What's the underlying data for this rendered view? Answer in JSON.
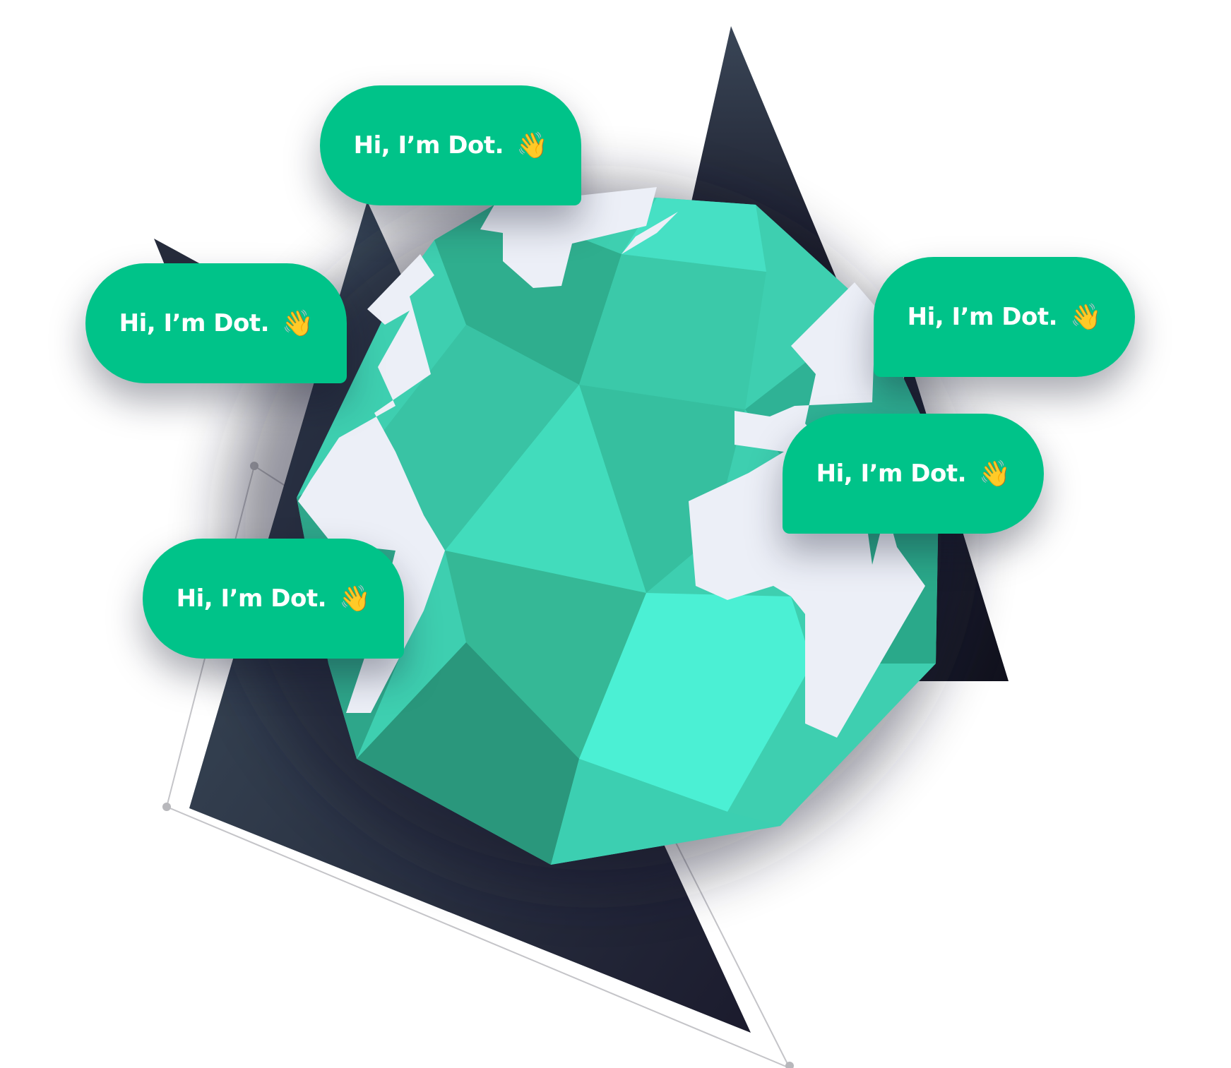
{
  "bubbles": [
    {
      "text": "Hi, I’m Dot.",
      "emoji": "👋"
    },
    {
      "text": "Hi, I’m Dot.",
      "emoji": "👋"
    },
    {
      "text": "Hi, I’m Dot.",
      "emoji": "👋"
    },
    {
      "text": "Hi, I’m Dot.",
      "emoji": "👋"
    },
    {
      "text": "Hi, I’m Dot.",
      "emoji": "👋"
    }
  ],
  "colors": {
    "bubble": "#00c389",
    "bubble_text": "#ffffff",
    "globe_teal": "#3ecfb0",
    "land": "#eceff7",
    "triangle_dark": "#2a3142"
  },
  "icons": [
    "waving-hand-icon"
  ]
}
